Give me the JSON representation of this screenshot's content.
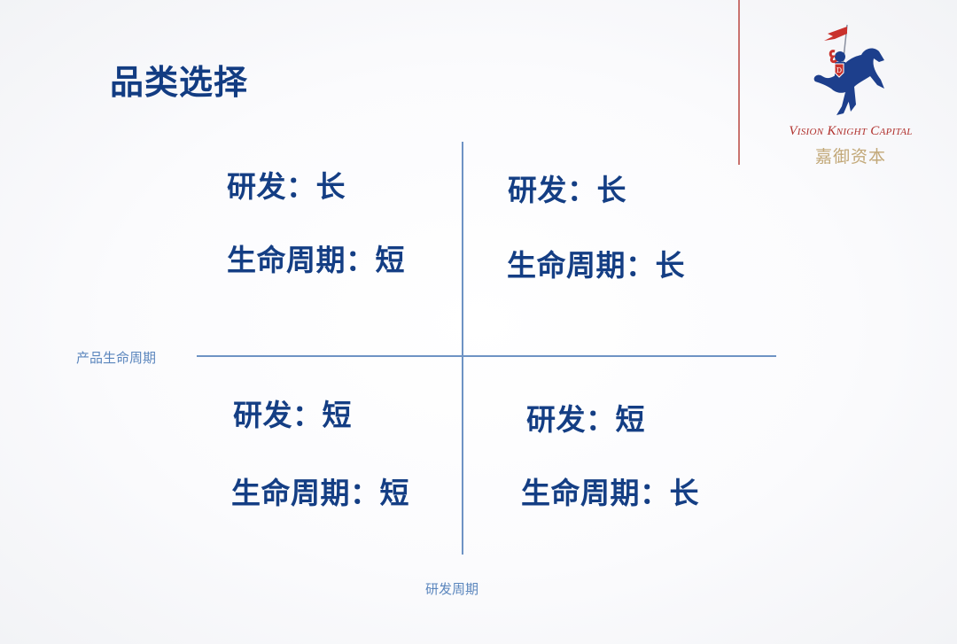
{
  "slide": {
    "title": "品类选择",
    "brand": {
      "name_en": "Vision Knight Capital",
      "name_cn": "嘉御资本",
      "logo_icon": "knight-on-horse-icon",
      "colors": {
        "navy": "#1d3f8c",
        "red": "#c9312c",
        "gold": "#c2a878",
        "divider": "#c9736f"
      }
    },
    "axes": {
      "y_label": "产品生命周期",
      "x_label": "研发周期",
      "color": "#6e93c4"
    },
    "quadrants": [
      {
        "position": "top-left",
        "rd_label": "研发：长",
        "lifecycle_label": "生命周期：短"
      },
      {
        "position": "top-right",
        "rd_label": "研发：长",
        "lifecycle_label": "生命周期：长"
      },
      {
        "position": "bottom-left",
        "rd_label": "研发：短",
        "lifecycle_label": "生命周期：短"
      },
      {
        "position": "bottom-right",
        "rd_label": "研发：短",
        "lifecycle_label": "生命周期：长"
      }
    ],
    "text_color": "#143e84"
  }
}
